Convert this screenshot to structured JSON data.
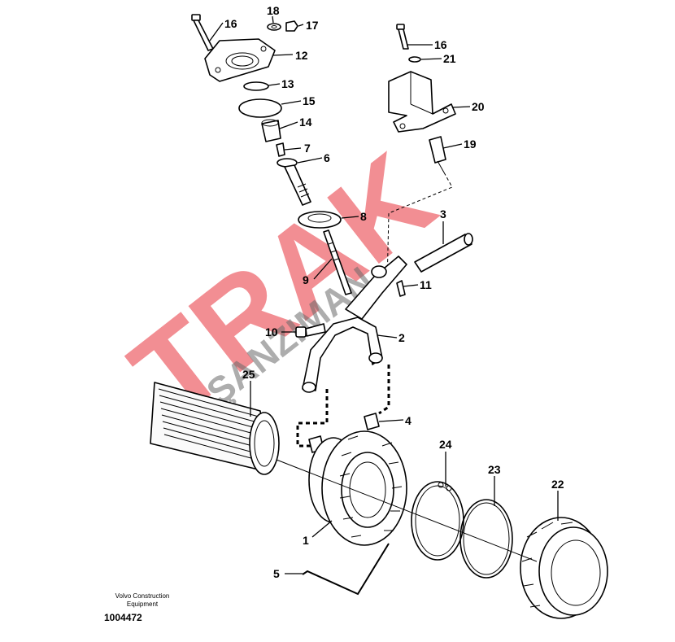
{
  "caption": {
    "line1": "Volvo Construction",
    "line2": "Equipment",
    "number": "1004472"
  },
  "watermark": {
    "brand": "TRAK",
    "sub": "ŞANZIMAN",
    "colors": {
      "brand": "#e8323c",
      "sub": "#6b6b6b"
    }
  },
  "callouts": [
    {
      "id": "16a",
      "label": "16"
    },
    {
      "id": "18",
      "label": "18"
    },
    {
      "id": "17",
      "label": "17"
    },
    {
      "id": "12",
      "label": "12"
    },
    {
      "id": "13",
      "label": "13"
    },
    {
      "id": "15",
      "label": "15"
    },
    {
      "id": "14",
      "label": "14"
    },
    {
      "id": "7",
      "label": "7"
    },
    {
      "id": "6",
      "label": "6"
    },
    {
      "id": "8",
      "label": "8"
    },
    {
      "id": "16b",
      "label": "16"
    },
    {
      "id": "21",
      "label": "21"
    },
    {
      "id": "20",
      "label": "20"
    },
    {
      "id": "19",
      "label": "19"
    },
    {
      "id": "3",
      "label": "3"
    },
    {
      "id": "9",
      "label": "9"
    },
    {
      "id": "11",
      "label": "11"
    },
    {
      "id": "10",
      "label": "10"
    },
    {
      "id": "2",
      "label": "2"
    },
    {
      "id": "25",
      "label": "25"
    },
    {
      "id": "4",
      "label": "4"
    },
    {
      "id": "24",
      "label": "24"
    },
    {
      "id": "23",
      "label": "23"
    },
    {
      "id": "22",
      "label": "22"
    },
    {
      "id": "1",
      "label": "1"
    },
    {
      "id": "5",
      "label": "5"
    }
  ]
}
